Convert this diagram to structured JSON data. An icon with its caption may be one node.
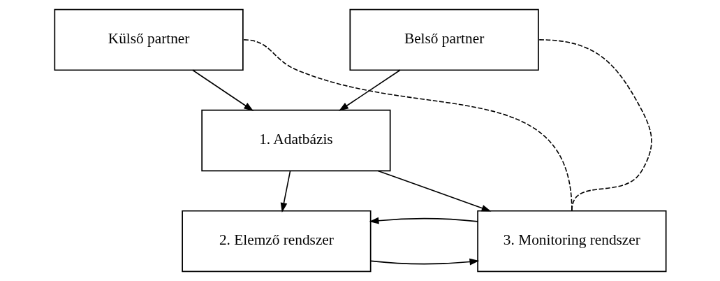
{
  "diagram": {
    "nodes": [
      {
        "text": [
          "Külső partner"
        ]
      },
      {
        "text": [
          "Belső partner"
        ]
      },
      {
        "text": [
          "1. Adatbázis"
        ]
      },
      {
        "text": [
          "2. Elemző rendszer"
        ]
      },
      {
        "text": [
          "3. Monitoring rendszer"
        ]
      }
    ],
    "edges": [
      {
        "from": 0,
        "to": 2,
        "arrow": "to"
      },
      {
        "from": 1,
        "to": 2,
        "arrow": "to"
      },
      {
        "from": 2,
        "to": 3,
        "arrow": "to"
      },
      {
        "from": 2,
        "to": 4,
        "arrow": "to"
      },
      {
        "from": 3,
        "to": 4,
        "arrow": "to"
      },
      {
        "from": 4,
        "to": 3,
        "arrow": "to"
      },
      {
        "from": 0,
        "to": 4,
        "arrow": "none",
        "style": "dashed"
      },
      {
        "from": 1,
        "to": 4,
        "arrow": "none",
        "style": "dashed"
      }
    ]
  }
}
